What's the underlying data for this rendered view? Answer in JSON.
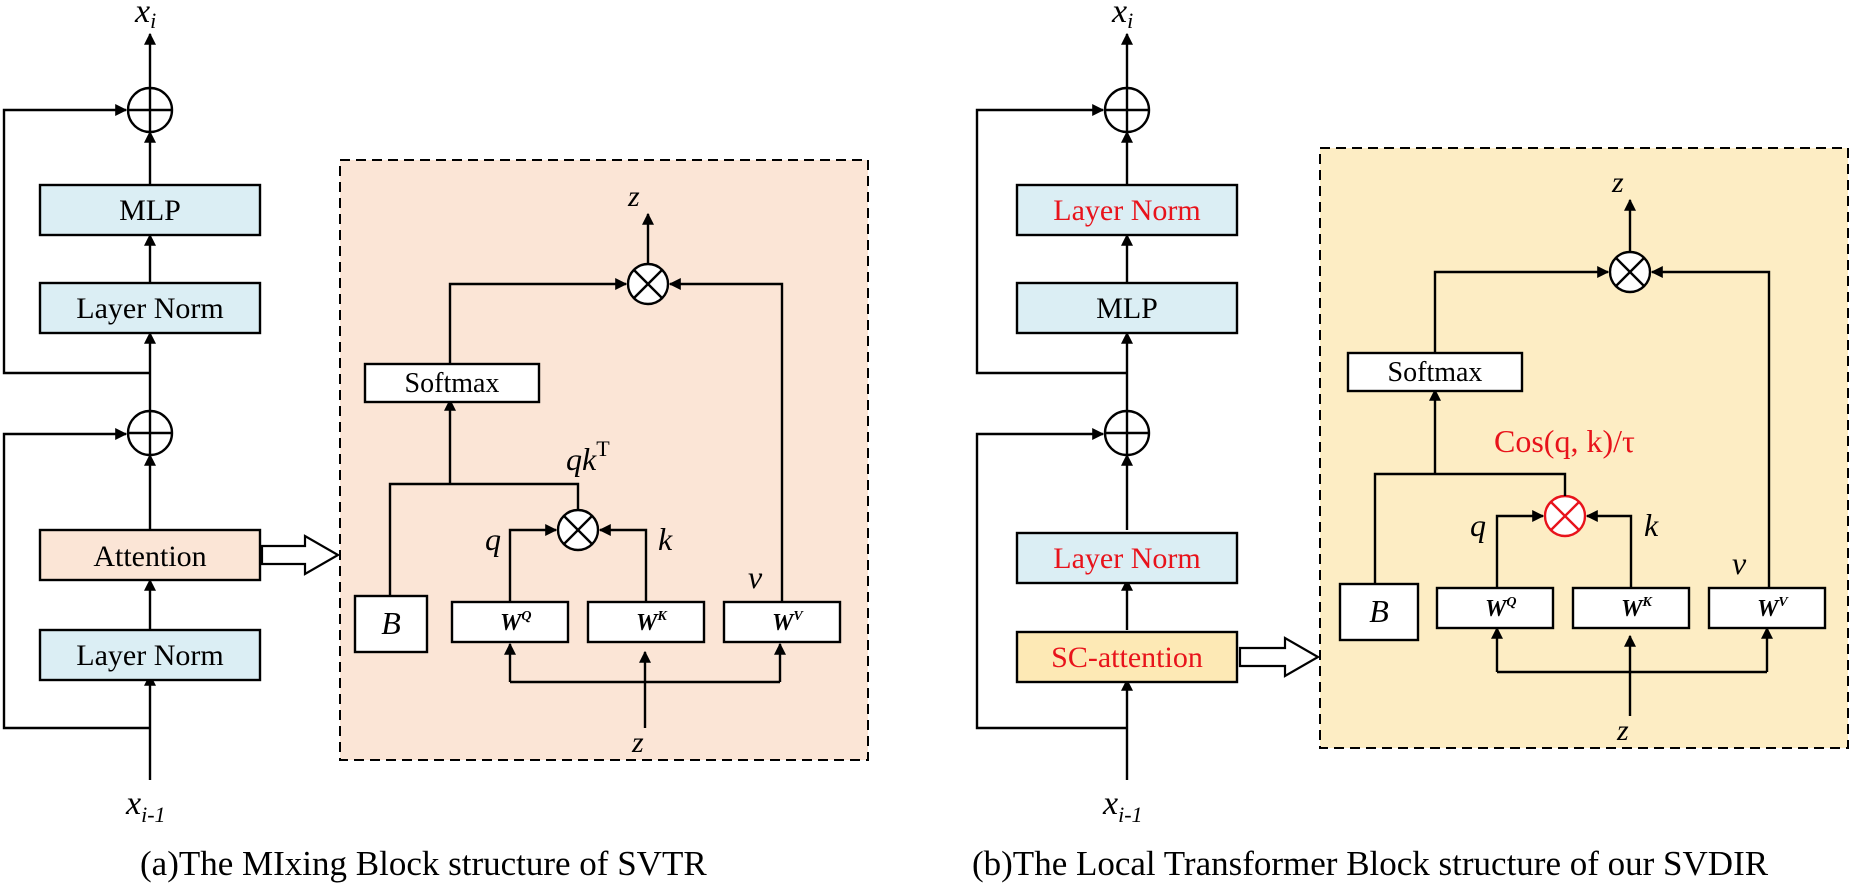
{
  "colors": {
    "blue_block": "#dbeef4",
    "peach_block": "#fbe5d6",
    "yellow_block": "#fde9b5",
    "panel_a_bg": "#fbe5d6",
    "panel_b_bg": "#fdedc4",
    "highlight_text": "#e8131b",
    "line": "#000000"
  },
  "panel_a": {
    "caption": "(a)The MIxing Block structure of SVTR",
    "output_label": "x",
    "output_sub": "i",
    "input_label": "x",
    "input_sub": "i-1",
    "blocks": {
      "mlp": "MLP",
      "layer_norm_top": "Layer Norm",
      "attention": "Attention",
      "layer_norm_bottom": "Layer Norm"
    },
    "detail": {
      "z_out": "z",
      "z_in": "z",
      "softmax": "Softmax",
      "score_label_base": "qk",
      "score_label_sup": "T",
      "q": "q",
      "k": "k",
      "v": "v",
      "b": "B",
      "wq": "W",
      "wq_sup": "Q",
      "wk": "W",
      "wk_sup": "K",
      "wv": "W",
      "wv_sup": "V"
    }
  },
  "panel_b": {
    "caption": "(b)The Local Transformer Block structure of our SVDIR",
    "output_label": "x",
    "output_sub": "i",
    "input_label": "x",
    "input_sub": "i-1",
    "blocks": {
      "layer_norm_top": "Layer Norm",
      "mlp": "MLP",
      "layer_norm_bottom": "Layer Norm",
      "sc_attention": "SC-attention"
    },
    "detail": {
      "z_out": "z",
      "z_in": "z",
      "softmax": "Softmax",
      "score_label": "Cos(q, k)/τ",
      "q": "q",
      "k": "k",
      "v": "v",
      "b": "B",
      "wq": "W",
      "wq_sup": "Q",
      "wk": "W",
      "wk_sup": "K",
      "wv": "W",
      "wv_sup": "V"
    }
  }
}
